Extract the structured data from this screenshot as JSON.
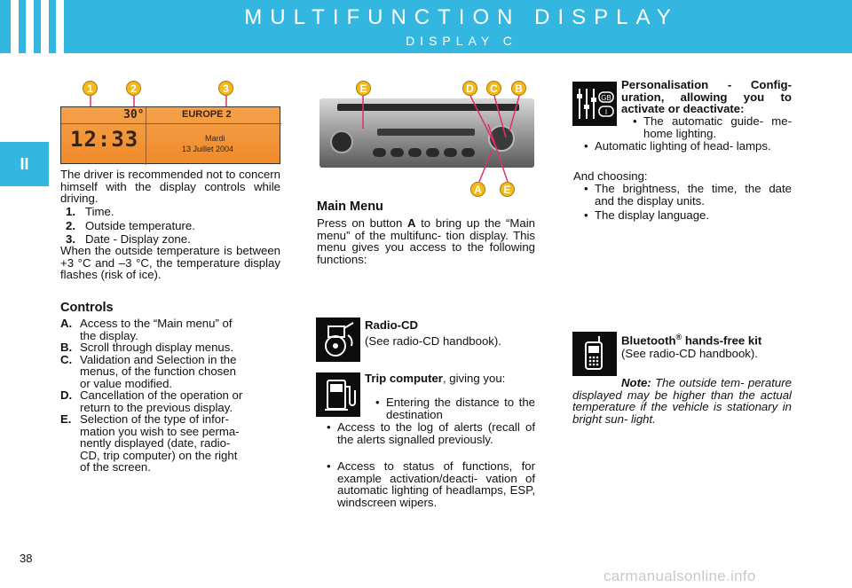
{
  "header": {
    "title": "MULTIFUNCTION DISPLAY",
    "subtitle": "DISPLAY C",
    "color": "#33b6df"
  },
  "side_tab": "II",
  "page_number": "38",
  "watermark": "carmanualsonline.info",
  "display_image": {
    "markers": [
      "1",
      "2",
      "3"
    ],
    "time": "12:33",
    "temperature": "30°",
    "station": "EUROPE 2",
    "day": "Mardi",
    "date": "13 Juillet 2004"
  },
  "radio_image": {
    "markers_top": [
      "E",
      "D",
      "C",
      "B"
    ],
    "markers_bottom": [
      "A",
      "E"
    ]
  },
  "intro": {
    "text": "The driver is recommended not to concern himself with the display controls while driving.",
    "items": [
      {
        "k": "1.",
        "v": "Time."
      },
      {
        "k": "2.",
        "v": "Outside temperature."
      },
      {
        "k": "3.",
        "v": "Date - Display zone."
      }
    ],
    "warning": "When the outside temperature is between +3 °C and –3 °C, the temperature display flashes (risk of ice)."
  },
  "controls": {
    "title": "Controls",
    "items": [
      {
        "k": "A.",
        "lines": [
          "Access to the “Main menu” of",
          "the display."
        ]
      },
      {
        "k": "B.",
        "lines": [
          "Scroll through display menus."
        ]
      },
      {
        "k": "C.",
        "lines": [
          "Validation and Selection in the",
          "menus, of the function chosen",
          "or value modified."
        ]
      },
      {
        "k": "D.",
        "lines": [
          "Cancellation of the operation or",
          "return to the previous display."
        ]
      },
      {
        "k": "E.",
        "lines": [
          "Selection of the type of infor-",
          "mation you wish to see perma-",
          "nently displayed (date, radio-",
          "CD, trip computer) on the right",
          "of the screen."
        ]
      }
    ]
  },
  "main_menu": {
    "title": "Main Menu",
    "text_pre": "Press on button",
    "button": "A",
    "text_post": "to bring up the “Main menu” of the multifunc- tion display. This menu gives you access to the following functions:"
  },
  "radio_cd": {
    "title": "Radio-CD",
    "text": "(See radio-CD handbook)."
  },
  "trip": {
    "title": "Trip computer",
    "text": ", giving you:",
    "bullets": [
      "Entering the distance to the destination",
      "Access to the log of alerts (recall of the alerts signalled previously.",
      "Access to status of functions, for example activation/deacti- vation of automatic lighting of headlamps, ESP, windscreen wipers."
    ]
  },
  "personalisation": {
    "title": "Personalisation - Config- uration, allowing you to activate or deactivate:",
    "bullets": [
      "The automatic guide- me-home lighting.",
      "Automatic lighting of head- lamps."
    ],
    "and_choosing": "And choosing:",
    "choose_bullets": [
      "The brightness, the time, the date and the display units.",
      "The display language."
    ],
    "icon_label_gb": "GB",
    "icon_label_i": "I"
  },
  "bluetooth": {
    "title": "Bluetooth",
    "title_sup": "®",
    "title_rest": " hands-free kit",
    "text": "(See radio-CD handbook).",
    "note_label": "Note:",
    "note_text": "The outside tem- perature displayed may be higher than the actual temperature if the vehicle is stationary in bright sun- light."
  }
}
